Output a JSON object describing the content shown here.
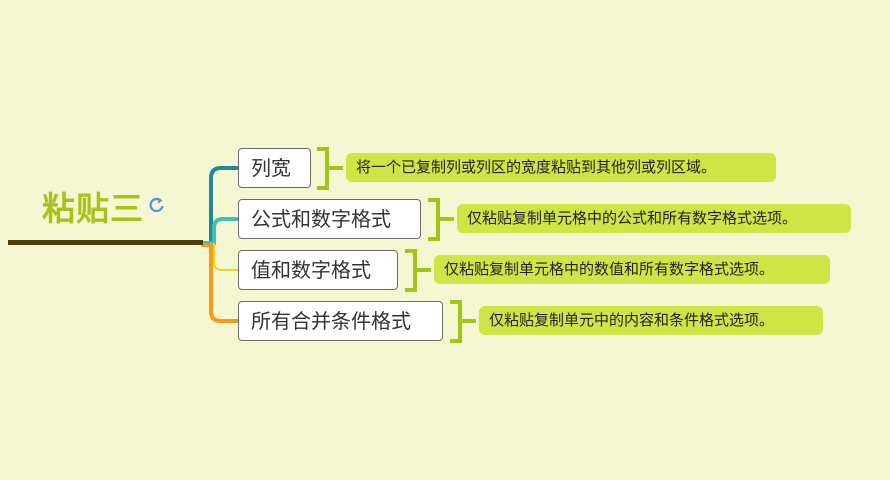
{
  "root": {
    "title": "粘贴三",
    "icon": "refresh-arrow-icon"
  },
  "branches": [
    {
      "label": "列宽",
      "note": "将一个已复制列或列区的宽度粘贴到其他列或列区域。"
    },
    {
      "label": "公式和数字格式",
      "note": "仅粘贴复制单元格中的公式和所有数字格式选项。"
    },
    {
      "label": "值和数字格式",
      "note": "仅粘贴复制单元格中的数值和所有数字格式选项。"
    },
    {
      "label": "所有合并条件格式",
      "note": "仅粘贴复制单元中的内容和条件格式选项。"
    }
  ],
  "colors": {
    "background": "#f5f7d2",
    "root_text": "#a8c21a",
    "underline": "#4b3f06",
    "connector_teal": "#1f8a94",
    "connector_cyan": "#3cc0b5",
    "connector_yellow": "#f3d11f",
    "connector_orange": "#f59a1a",
    "bracket": "#a2c416",
    "note_fill": "#cfe545"
  }
}
